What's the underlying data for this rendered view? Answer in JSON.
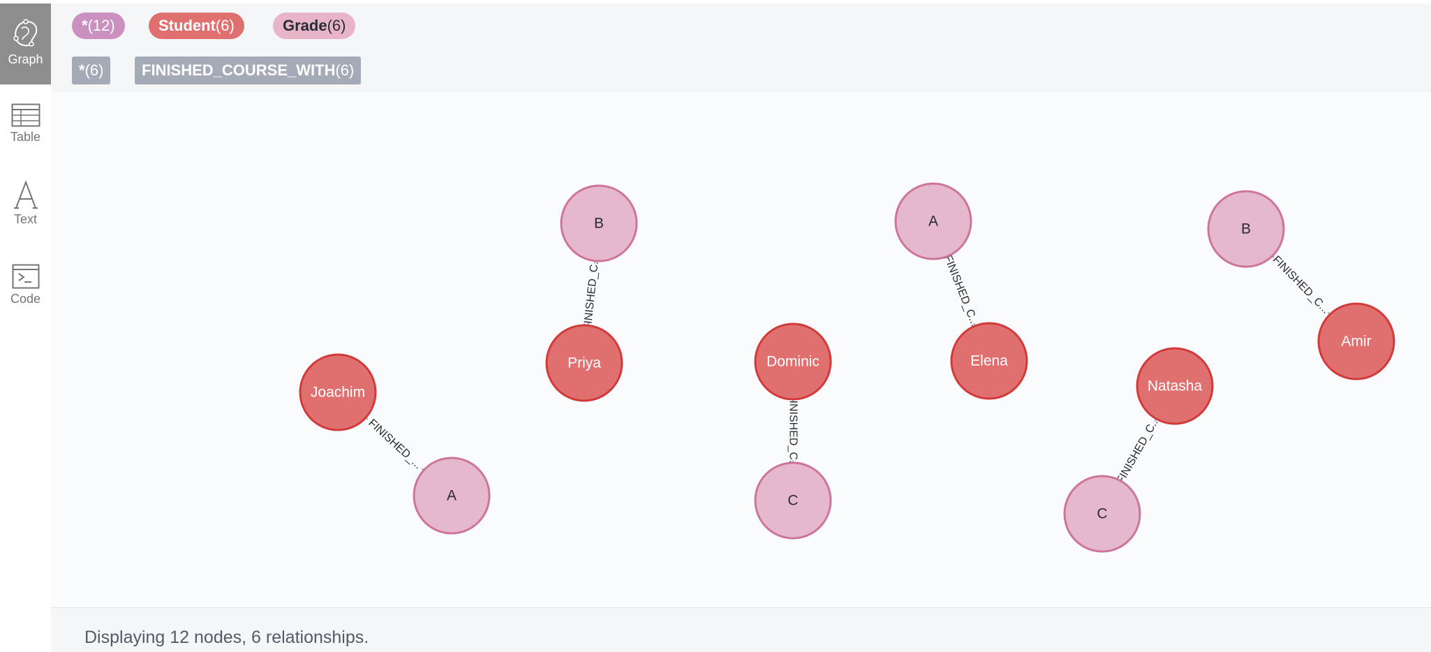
{
  "sidebar": {
    "items": [
      {
        "label": "Graph",
        "icon": "graph-icon",
        "active": true
      },
      {
        "label": "Table",
        "icon": "table-icon",
        "active": false
      },
      {
        "label": "Text",
        "icon": "text-icon",
        "active": false
      },
      {
        "label": "Code",
        "icon": "code-icon",
        "active": false
      }
    ]
  },
  "header": {
    "node_labels": [
      {
        "name": "*",
        "count": "(12)",
        "color": "#c990c0",
        "text_color": "#ffffff"
      },
      {
        "name": "Student",
        "count": "(6)",
        "color": "#e06f6f",
        "text_color": "#ffffff"
      },
      {
        "name": "Grade",
        "count": "(6)",
        "color": "#e8b4c8",
        "text_color": "#2a2c34"
      }
    ],
    "relationship_types": [
      {
        "name": "*",
        "count": "(6)"
      },
      {
        "name": "FINISHED_COURSE_WITH",
        "count": "(6)"
      }
    ]
  },
  "graph": {
    "colors": {
      "student_fill": "#e06f6f",
      "student_stroke": "#d23a3a",
      "grade_fill": "#e6b8cb",
      "grade_stroke": "#cc7499",
      "edge": "#a5abb6"
    },
    "nodes": [
      {
        "id": "s1",
        "label": "Joachim",
        "type": "Student"
      },
      {
        "id": "s2",
        "label": "Priya",
        "type": "Student"
      },
      {
        "id": "s3",
        "label": "Dominic",
        "type": "Student"
      },
      {
        "id": "s4",
        "label": "Elena",
        "type": "Student"
      },
      {
        "id": "s5",
        "label": "Natasha",
        "type": "Student"
      },
      {
        "id": "s6",
        "label": "Amir",
        "type": "Student"
      },
      {
        "id": "g1",
        "label": "A",
        "type": "Grade"
      },
      {
        "id": "g2",
        "label": "B",
        "type": "Grade"
      },
      {
        "id": "g3",
        "label": "C",
        "type": "Grade"
      },
      {
        "id": "g4",
        "label": "A",
        "type": "Grade"
      },
      {
        "id": "g5",
        "label": "C",
        "type": "Grade"
      },
      {
        "id": "g6",
        "label": "B",
        "type": "Grade"
      }
    ],
    "relationships": [
      {
        "from": "s1",
        "to": "g1",
        "label": "FINISHED_..."
      },
      {
        "from": "s2",
        "to": "g2",
        "label": "FINISHED_C..."
      },
      {
        "from": "s3",
        "to": "g3",
        "label": "FINISHED_C..."
      },
      {
        "from": "s4",
        "to": "g4",
        "label": "FINISHED_C..."
      },
      {
        "from": "s5",
        "to": "g5",
        "label": "FINISHED_C..."
      },
      {
        "from": "s6",
        "to": "g6",
        "label": "FINISHED_C..."
      }
    ]
  },
  "footer": {
    "status": "Displaying 12 nodes, 6 relationships."
  }
}
